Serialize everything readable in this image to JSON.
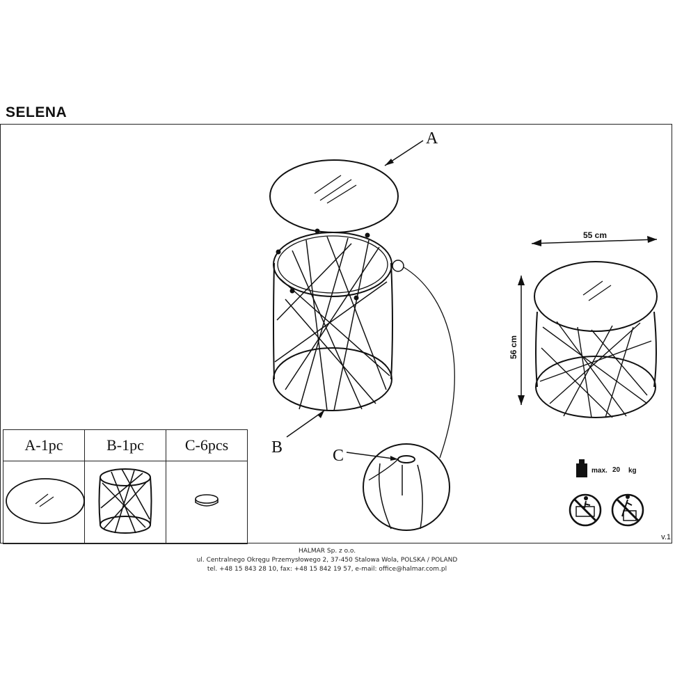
{
  "product": {
    "name": "SELENA"
  },
  "labels": {
    "a": "A",
    "b": "B",
    "c": "C"
  },
  "dimensions": {
    "width": "55 cm",
    "height": "56 cm"
  },
  "max_load": {
    "prefix": "max.",
    "value": "20",
    "unit": "kg"
  },
  "parts": [
    {
      "label": "A-1pc",
      "icon": "glass-top-icon"
    },
    {
      "label": "B-1pc",
      "icon": "wire-frame-icon"
    },
    {
      "label": "C-6pcs",
      "icon": "pad-icon"
    }
  ],
  "warnings": [
    "no-standing-icon",
    "no-climbing-icon"
  ],
  "version": "v.1",
  "footer": {
    "company": "HALMAR Sp. z o.o.",
    "address": "ul. Centralnego Okręgu Przemysłowego 2, 37-450 Stalowa Wola, POLSKA / POLAND",
    "contact": "tel. +48 15 843 28 10, fax: +48 15 842 19 57, e-mail: office@halmar.com.pl"
  }
}
